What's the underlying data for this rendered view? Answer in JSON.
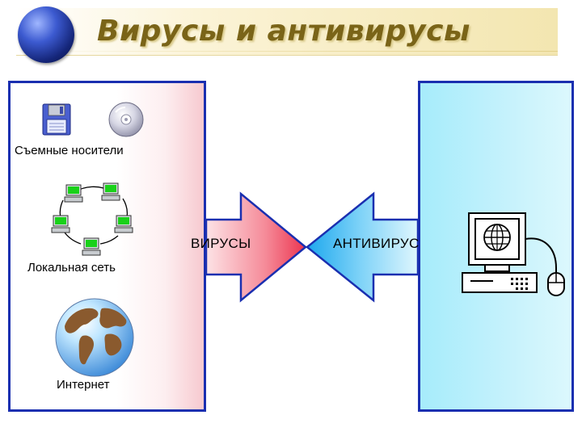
{
  "title": "Вирусы и антивирусы",
  "sources": {
    "removable_media": "Съемные носители",
    "local_network": "Локальная сеть",
    "internet": "Интернет"
  },
  "arrows": {
    "viruses": "ВИРУСЫ",
    "antivirus": "АНТИВИРУС"
  },
  "colors": {
    "panel_border": "#1a2fb0",
    "virus_arrow": "#f2455d",
    "antivirus_arrow": "#35b6f2",
    "title_text": "#7a6418"
  },
  "icons": [
    "globe-logo-icon",
    "floppy-disk-icon",
    "cd-disc-icon",
    "network-computer-icon",
    "earth-globe-icon",
    "desktop-computer-icon"
  ]
}
